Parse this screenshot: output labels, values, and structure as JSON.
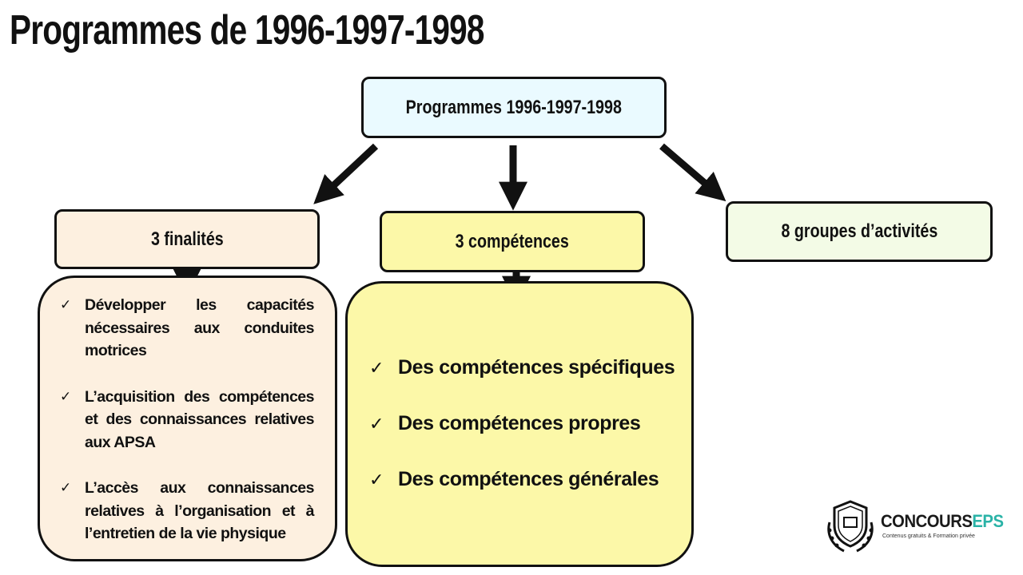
{
  "title": "Programmes de 1996-1997-1998",
  "root_label": "Programmes 1996-1997-1998",
  "finalites": {
    "label": "3 finalités",
    "items": [
      "Développer les capacités nécessaires aux conduites motrices",
      "L’acquisition des compétences et des connaissances relatives aux APSA",
      "L’accès aux connaissances relatives à l’organisation et à l’entretien de la vie physique"
    ]
  },
  "competences": {
    "label": "3 compétences",
    "items": [
      "Des compétences spécifiques",
      "Des compétences propres",
      "Des compétences générales"
    ]
  },
  "groupes_label": "8 groupes d’activités",
  "check_glyph": "✓",
  "logo": {
    "name_part1": "CONCOURS",
    "name_part2": "EPS",
    "tagline": "Contenus gratuits & Formation privée",
    "accent_color": "#2ab3a7"
  },
  "colors": {
    "root_fill": "#eafaff",
    "finalites_fill": "#fdf0e0",
    "competences_fill": "#fcf8a8",
    "groupes_fill": "#f3fbe6"
  }
}
